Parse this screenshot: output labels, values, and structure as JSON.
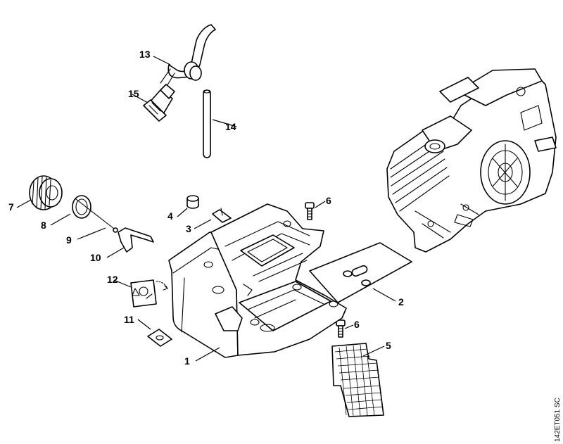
{
  "callouts": [
    "1",
    "2",
    "3",
    "4",
    "5",
    "6",
    "6",
    "7",
    "8",
    "9",
    "10",
    "11",
    "12",
    "13",
    "14",
    "15"
  ],
  "drawing_code": "142ET051 SC",
  "colors": {
    "line": "#000000",
    "background": "#ffffff"
  }
}
